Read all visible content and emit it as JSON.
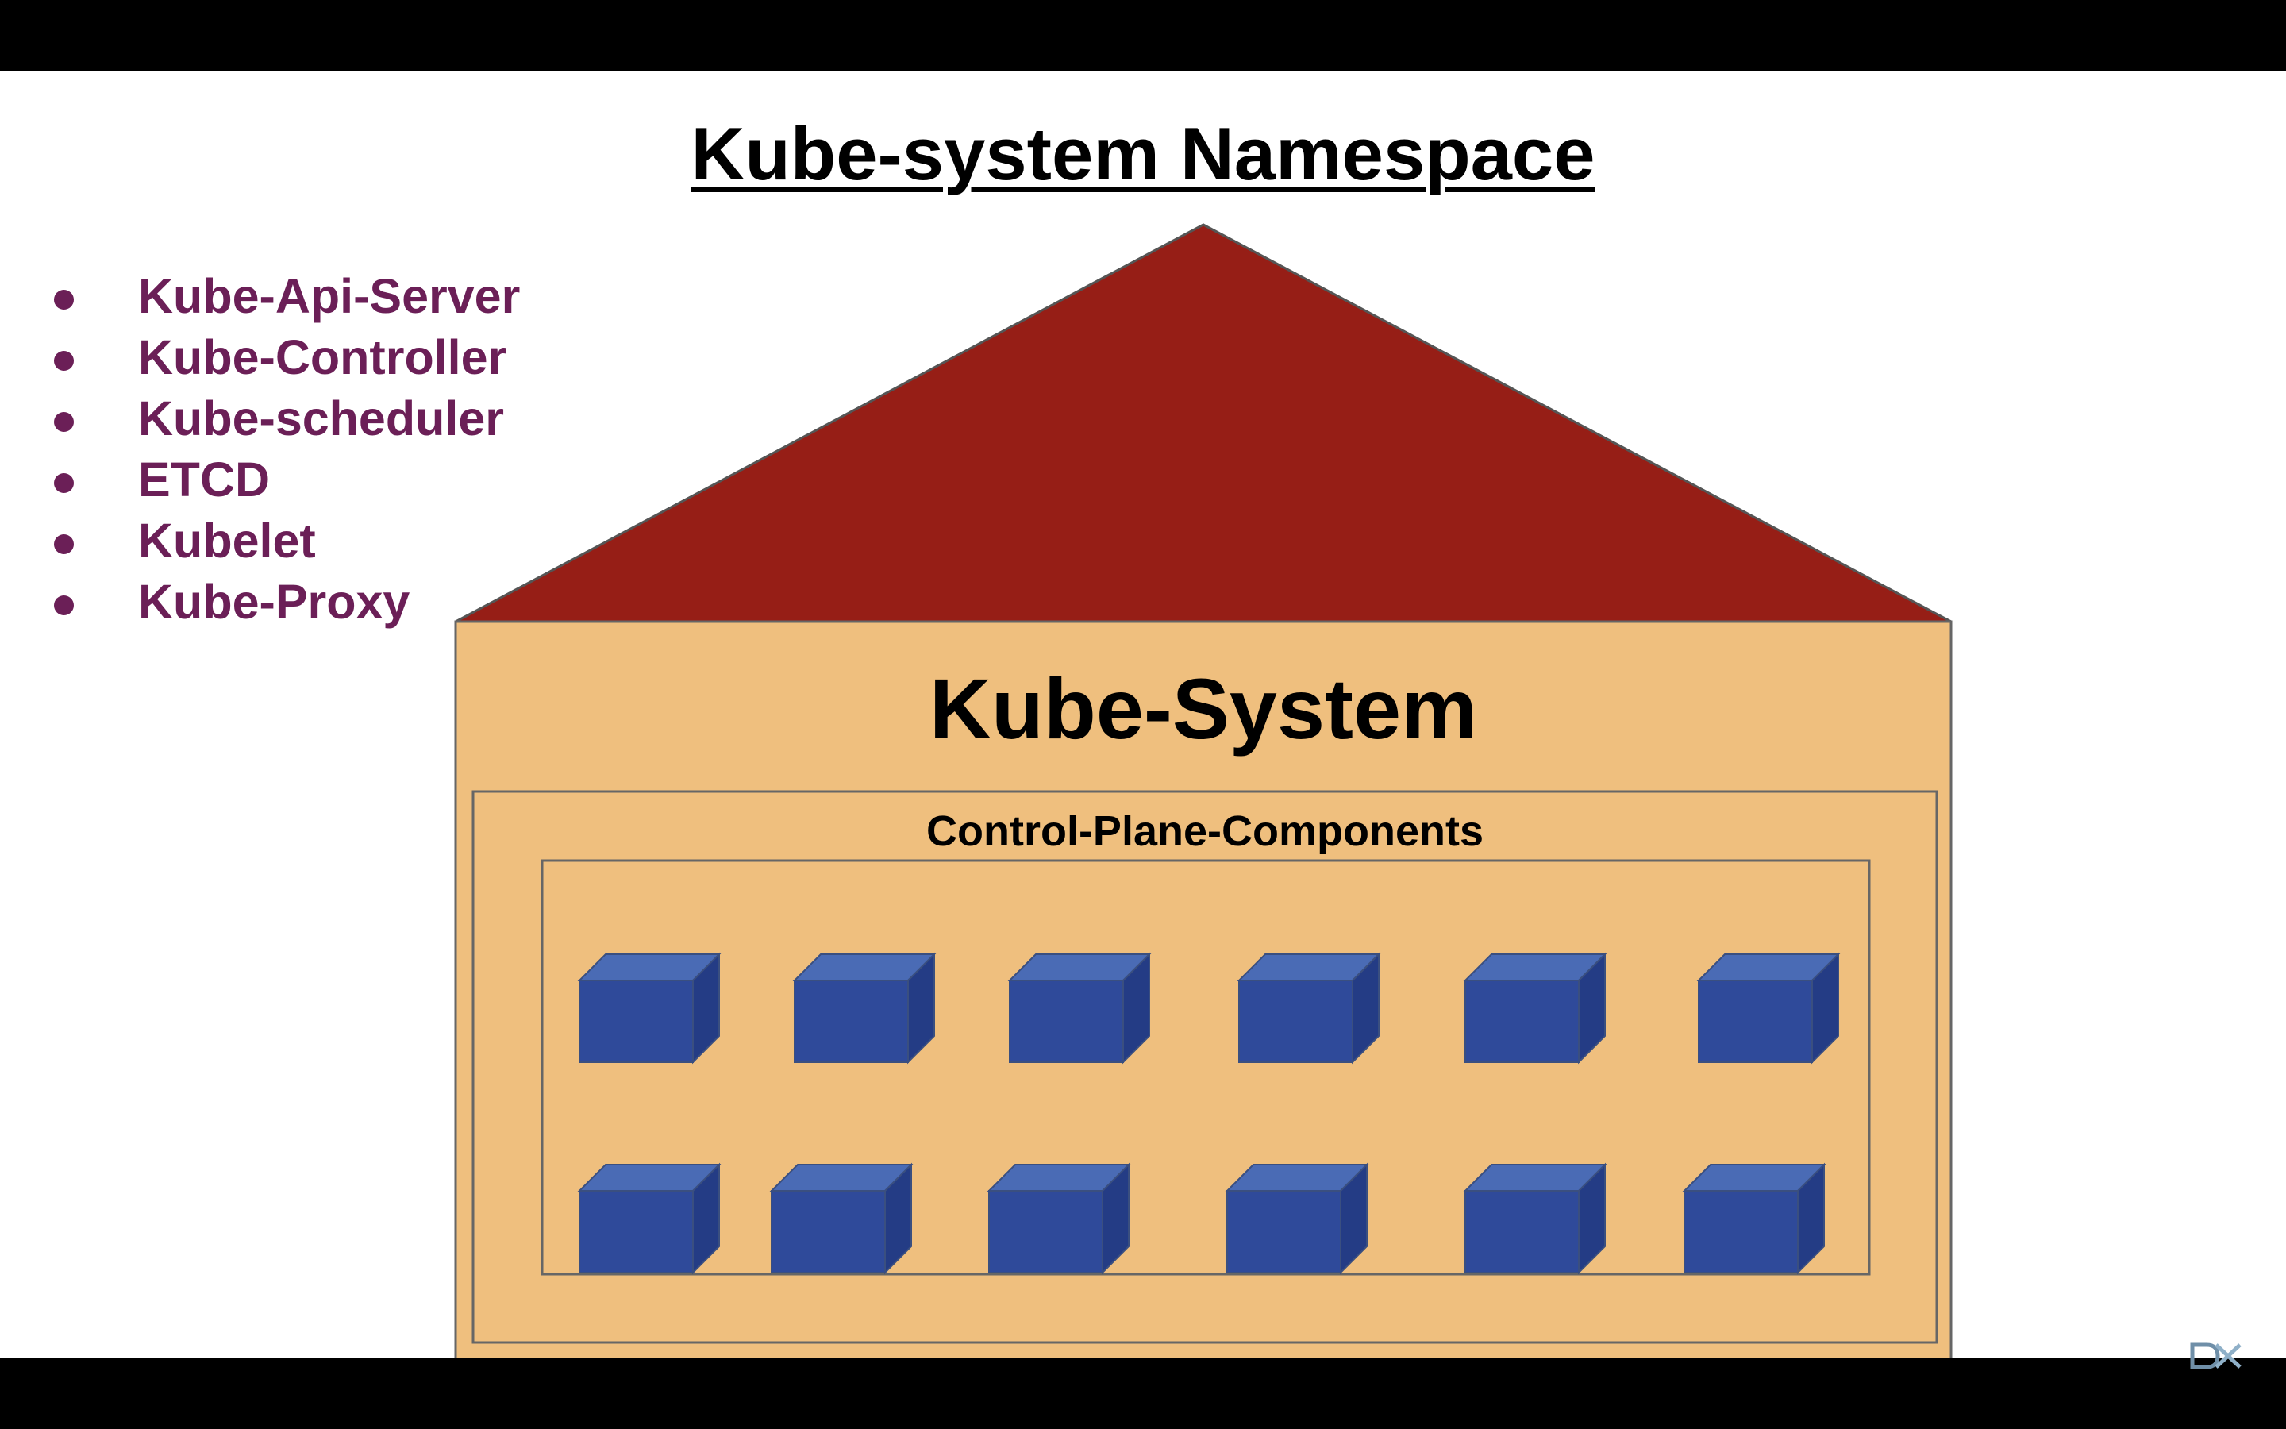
{
  "title": "Kube-system Namespace",
  "bullets": [
    "Kube-Api-Server",
    "Kube-Controller",
    "Kube-scheduler",
    "ETCD",
    "Kubelet",
    "Kube-Proxy"
  ],
  "house": {
    "label": "Kube-System",
    "inner_label": "Control-Plane-Components",
    "cube_rows": 2,
    "cubes_per_row": 6
  },
  "colors": {
    "roof": "#961e16",
    "walls": "#efbf7e",
    "cube_front": "#2f4a9a",
    "cube_top": "#4a6bb5",
    "cube_side": "#243c85",
    "bullet_text": "#6b1f57"
  },
  "icons": {
    "logo": "dx-logo-icon"
  }
}
